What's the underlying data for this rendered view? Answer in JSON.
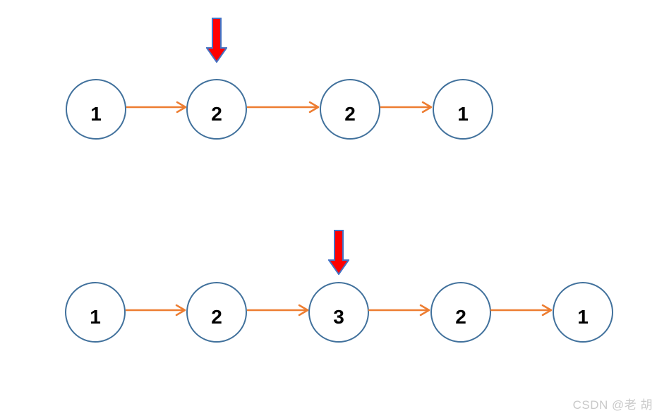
{
  "diagram": {
    "colors": {
      "node_border": "#41719C",
      "arrow": "#ED7D31",
      "pointer_fill": "#FF0000",
      "pointer_border": "#4472C4",
      "value_text": "#000000",
      "watermark_text": "#c9c9c9"
    },
    "lists": [
      {
        "values": [
          "1",
          "2",
          "2",
          "1"
        ],
        "pointer_index": 1
      },
      {
        "values": [
          "1",
          "2",
          "3",
          "2",
          "1"
        ],
        "pointer_index": 2
      }
    ],
    "pointer_icon": "red-down-block-arrow",
    "watermark": "CSDN @老 胡"
  }
}
